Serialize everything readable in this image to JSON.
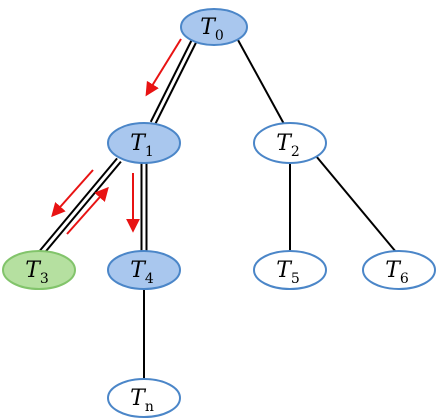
{
  "colors": {
    "visited_fill": "#a9c7ee",
    "visited_stroke": "#4b86c8",
    "unvisited_fill": "#ffffff",
    "unvisited_stroke": "#4b86c8",
    "leaf_fill": "#b5e0a0",
    "leaf_stroke": "#82c46b",
    "edge": "#000000",
    "arrow": "#e81313"
  },
  "nodes": [
    {
      "id": "T0",
      "name": "T",
      "sub": "0",
      "state": "visited"
    },
    {
      "id": "T1",
      "name": "T",
      "sub": "1",
      "state": "visited"
    },
    {
      "id": "T2",
      "name": "T",
      "sub": "2",
      "state": "unvisited"
    },
    {
      "id": "T3",
      "name": "T",
      "sub": "3",
      "state": "leaf"
    },
    {
      "id": "T4",
      "name": "T",
      "sub": "4",
      "state": "visited"
    },
    {
      "id": "T5",
      "name": "T",
      "sub": "5",
      "state": "unvisited"
    },
    {
      "id": "T6",
      "name": "T",
      "sub": "6",
      "state": "unvisited"
    },
    {
      "id": "Tn",
      "name": "T",
      "sub": "n",
      "state": "unvisited"
    }
  ],
  "edges": [
    {
      "from": "T0",
      "to": "T1",
      "style": "double"
    },
    {
      "from": "T0",
      "to": "T2",
      "style": "single"
    },
    {
      "from": "T1",
      "to": "T3",
      "style": "double"
    },
    {
      "from": "T1",
      "to": "T4",
      "style": "double"
    },
    {
      "from": "T2",
      "to": "T5",
      "style": "single"
    },
    {
      "from": "T2",
      "to": "T6",
      "style": "single"
    },
    {
      "from": "T4",
      "to": "Tn",
      "style": "single"
    }
  ],
  "arrows": [
    {
      "from": "T0",
      "to": "T1",
      "direction": "down"
    },
    {
      "from": "T1",
      "to": "T3",
      "direction": "down"
    },
    {
      "from": "T3",
      "to": "T1",
      "direction": "up"
    },
    {
      "from": "T1",
      "to": "T4",
      "direction": "down"
    }
  ]
}
